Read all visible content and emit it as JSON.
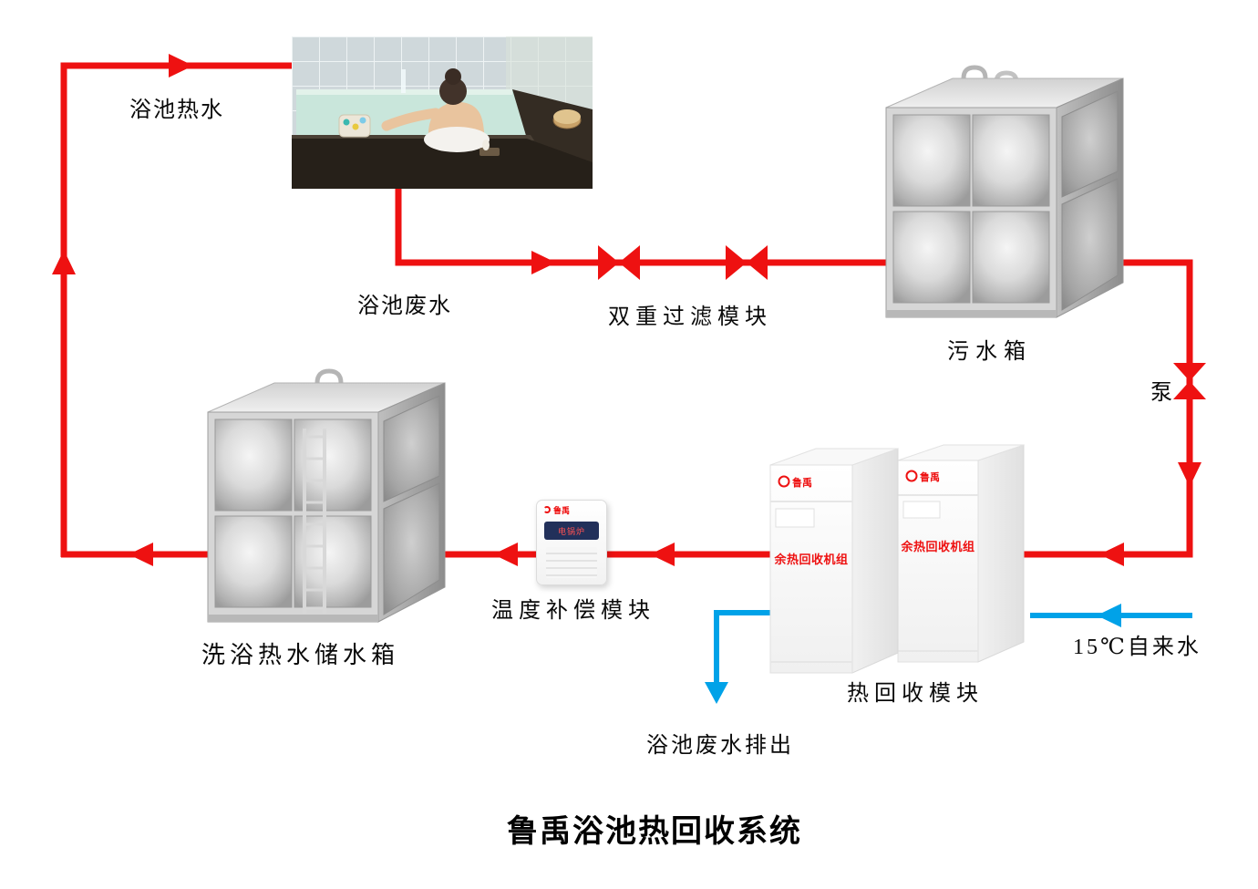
{
  "title": "鲁禹浴池热回收系统",
  "colors": {
    "hot": "#ee1111",
    "cold": "#00a2e8"
  },
  "labels": {
    "bath_hot_water": "浴池热水",
    "bath_waste_water": "浴池废水",
    "double_filter_module": "双重过滤模块",
    "sewage_tank": "污水箱",
    "pump": "泵",
    "hot_storage_tank": "洗浴热水储水箱",
    "temp_compensation_module": "温度补偿模块",
    "heat_recovery_module": "热回收模块",
    "tap_water_15c": "15℃自来水",
    "waste_water_discharge": "浴池废水排出"
  },
  "devices": {
    "recovery_unit_left": {
      "brand": "鲁禹",
      "front_text": "余热回收机组"
    },
    "recovery_unit_right": {
      "brand": "鲁禹",
      "front_text": "余热回收机组"
    },
    "temp_unit": {
      "brand": "鲁禹",
      "front_text": "电锅炉"
    }
  }
}
